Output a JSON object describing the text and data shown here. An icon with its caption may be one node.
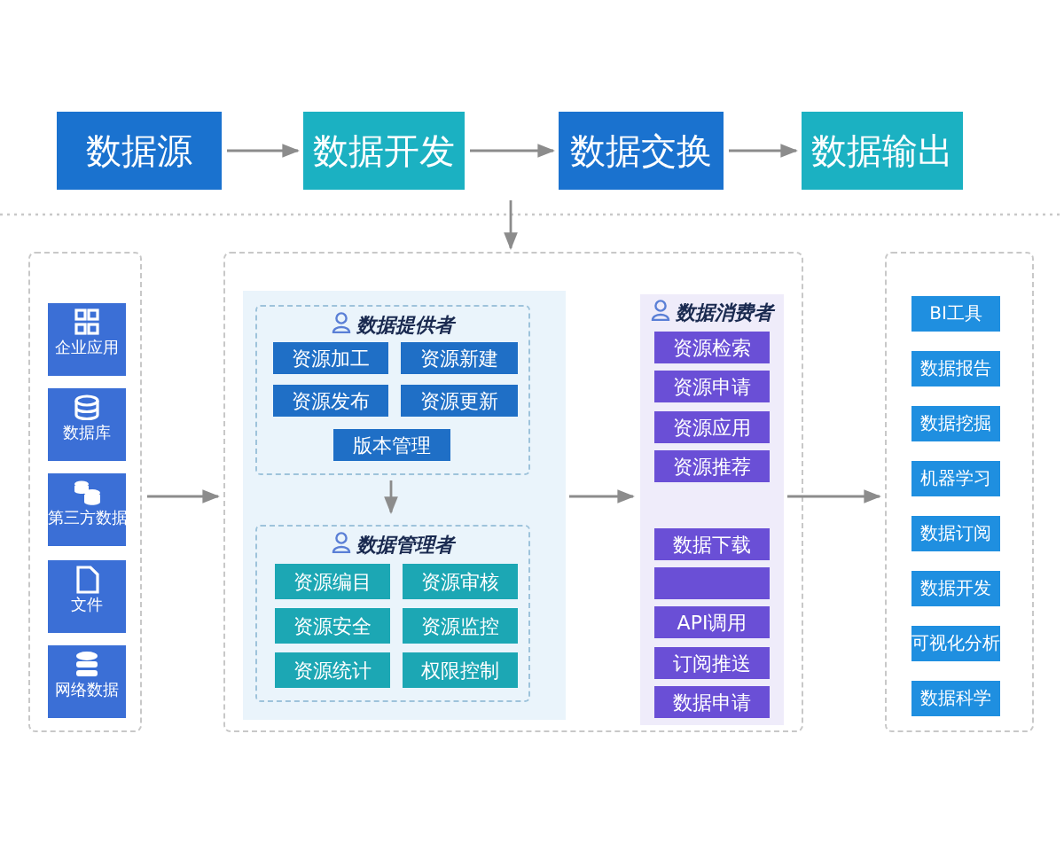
{
  "diagram": {
    "nodes": [
      {
        "text": [
          "数据源"
        ]
      },
      {
        "text": [
          "数据开发"
        ]
      },
      {
        "text": [
          "数据交换"
        ]
      },
      {
        "text": [
          "数据输出"
        ]
      },
      {
        "text": [],
        "shape": "box"
      },
      {
        "text": [
          "企业应用"
        ],
        "in": 4
      },
      {
        "text": [
          "数据库"
        ],
        "in": 4
      },
      {
        "text": [
          "第三方数据"
        ],
        "in": 4
      },
      {
        "text": [
          "文件"
        ],
        "in": 4
      },
      {
        "text": [
          "网络数据"
        ],
        "in": 4
      },
      {
        "text": [],
        "shape": "box"
      },
      {
        "text": [],
        "shape": "box",
        "in": 10
      },
      {
        "text": [
          "数据提供者"
        ],
        "in": 11
      },
      {
        "text": [
          "资源加工"
        ],
        "in": 12
      },
      {
        "text": [
          "资源新建"
        ],
        "in": 12
      },
      {
        "text": [
          "资源发布"
        ],
        "in": 12
      },
      {
        "text": [
          "资源更新"
        ],
        "in": 12
      },
      {
        "text": [
          "版本管理"
        ],
        "in": 12
      },
      {
        "text": [
          "数据管理者"
        ],
        "in": 11
      },
      {
        "text": [
          "资源编目"
        ],
        "in": 18
      },
      {
        "text": [
          "资源审核"
        ],
        "in": 18
      },
      {
        "text": [
          "资源安全"
        ],
        "in": 18
      },
      {
        "text": [
          "资源监控"
        ],
        "in": 18
      },
      {
        "text": [
          "资源统计"
        ],
        "in": 18
      },
      {
        "text": [
          "权限控制"
        ],
        "in": 18
      },
      {
        "text": [
          "数据消费者"
        ],
        "in": 10
      },
      {
        "text": [
          "资源检索"
        ],
        "in": 25
      },
      {
        "text": [
          "资源申请"
        ],
        "in": 25
      },
      {
        "text": [
          "资源应用"
        ],
        "in": 25
      },
      {
        "text": [
          "资源推荐"
        ],
        "in": 25
      },
      {
        "text": [
          "数据下载"
        ],
        "in": 25
      },
      {
        "text": [],
        "shape": "box",
        "in": 25
      },
      {
        "text": [
          "API调用"
        ],
        "in": 25
      },
      {
        "text": [
          "订阅推送"
        ],
        "in": 25
      },
      {
        "text": [
          "数据申请"
        ],
        "in": 25
      },
      {
        "text": [],
        "shape": "box"
      },
      {
        "text": [
          "BI工具"
        ],
        "in": 35
      },
      {
        "text": [
          "数据报告"
        ],
        "in": 35
      },
      {
        "text": [
          "数据挖掘"
        ],
        "in": 35
      },
      {
        "text": [
          "机器学习"
        ],
        "in": 35
      },
      {
        "text": [
          "数据订阅"
        ],
        "in": 35
      },
      {
        "text": [
          "数据开发"
        ],
        "in": 35
      },
      {
        "text": [
          "可视化分析"
        ],
        "in": 35
      },
      {
        "text": [
          "数据科学"
        ],
        "in": 35
      }
    ],
    "edges": [
      {
        "from": 0,
        "to": 1,
        "arrow": "to"
      },
      {
        "from": 1,
        "to": 2,
        "arrow": "to"
      },
      {
        "from": 2,
        "to": 3,
        "arrow": "to"
      },
      {
        "from": null,
        "to": 10,
        "arrow": "to"
      },
      {
        "from": 4,
        "to": 10,
        "arrow": "to"
      },
      {
        "from": 12,
        "to": 18,
        "arrow": "to"
      },
      {
        "from": 11,
        "to": 25,
        "arrow": "to"
      },
      {
        "from": 25,
        "to": 35,
        "arrow": "to"
      }
    ]
  }
}
